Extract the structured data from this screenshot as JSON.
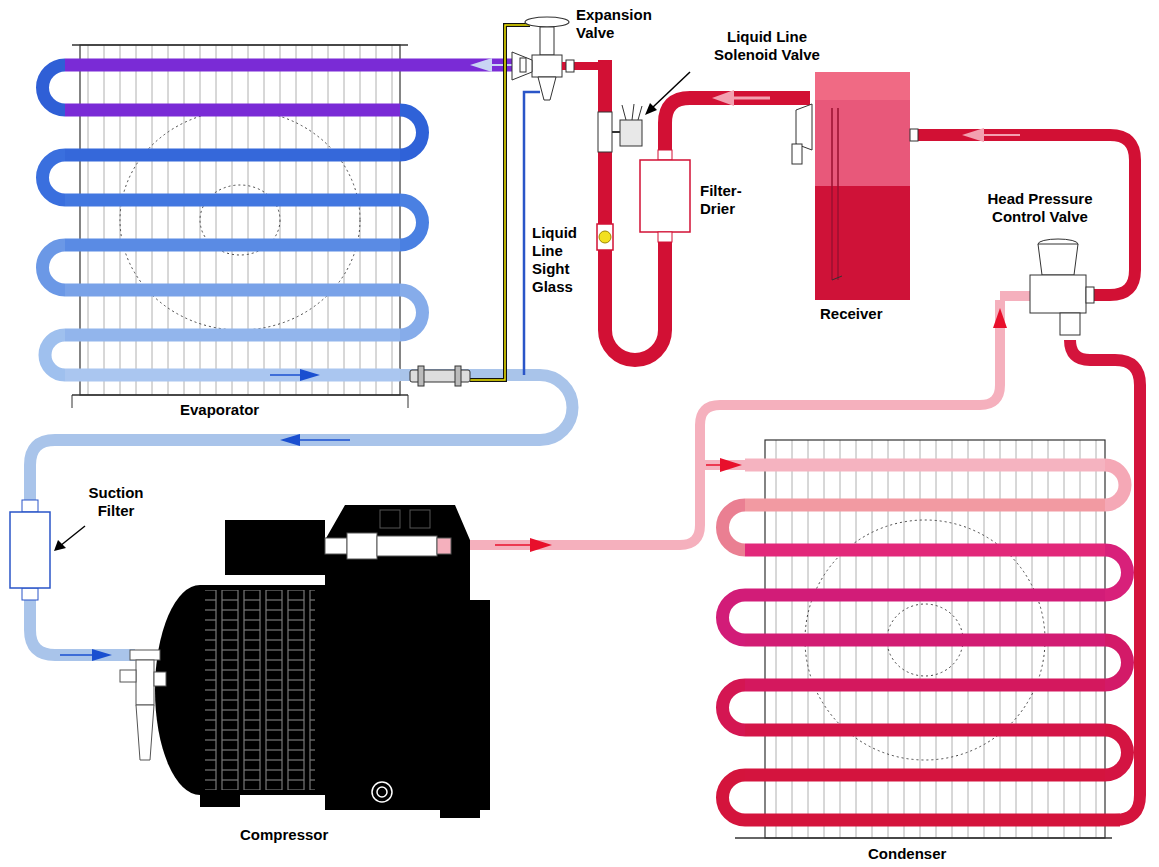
{
  "diagram": {
    "labels": [
      "Expansion Valve",
      "Liquid Line Solenoid Valve",
      "Filter-Drier",
      "Head Pressure Control Valve",
      "Liquid Line Sight Glass",
      "Receiver",
      "Evaporator",
      "Suction Filter",
      "Compressor",
      "Condenser"
    ]
  }
}
